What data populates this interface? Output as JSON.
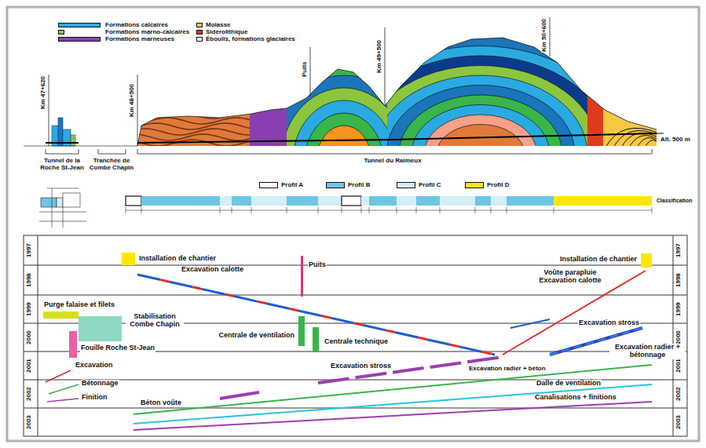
{
  "diagram": {
    "labels": [
      "Km 47+620",
      "Km 48+500",
      "Puits",
      "Km 49+500",
      "Km 50+600",
      "Alt. 500 m",
      "Tunnel de la Roche St-Jean",
      "Tranchée de Combe Chapin",
      "Tunnel du Raimeux",
      "Classification",
      "1997",
      "1998",
      "1999",
      "2000",
      "2001",
      "2002",
      "2003",
      "1997",
      "1998",
      "1999",
      "2000",
      "2001",
      "2002",
      "2003",
      "Installation de chantier",
      "Installation de chantier",
      "Excavation calotte",
      "Puits",
      "Voûte parapluie Excavation calotte",
      "Purge falaise et filets",
      "Stabilisation Combe Chapin",
      "Fouille Roche St-Jean",
      "Centrale de ventilation",
      "Centrale technique",
      "Excavation stross",
      "Excavation radier + bétonnage",
      "Excavation",
      "Excavation stross",
      "Excavation radier + béton",
      "Bétonnage",
      "Finition",
      "Béton voûte",
      "Dalle de ventilation",
      "Canalisations + finitions"
    ],
    "legend": [
      {
        "text": "Formations calcaires",
        "color": "#29abe2"
      },
      {
        "text": "Formations marno-calcaires",
        "color": "#8cc63f"
      },
      {
        "text": "Formations marneuses",
        "color": "#8a3fb0"
      },
      {
        "text": "Molasse",
        "color": "#f7c843"
      },
      {
        "text": "Sidérolithique",
        "color": "#e03a1e"
      },
      {
        "text": "Éboulis, formations glaciaires",
        "color": "#ffffff"
      },
      {
        "text": "Profil A",
        "color": "#ffffff"
      },
      {
        "text": "Profil B",
        "color": "#6ec6e6"
      },
      {
        "text": "Profil C",
        "color": "#d6eef7"
      },
      {
        "text": "Profil D",
        "color": "#ffe600"
      }
    ]
  }
}
